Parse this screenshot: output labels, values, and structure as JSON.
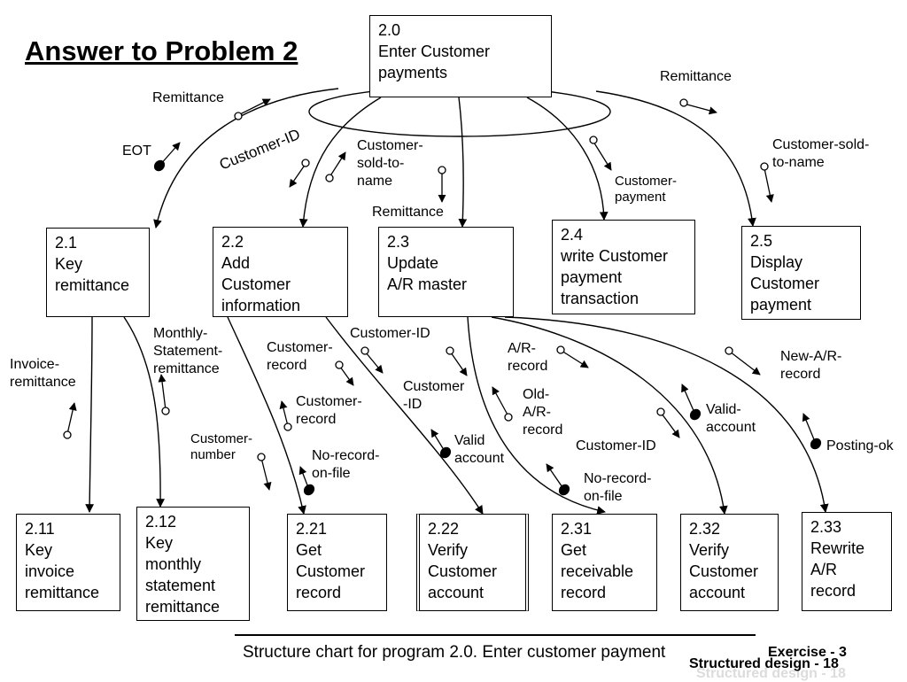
{
  "title": "Answer to Problem 2",
  "boxes": {
    "b20": [
      "2.0",
      "Enter Customer",
      "payments"
    ],
    "b21": [
      "2.1",
      "Key",
      "remittance"
    ],
    "b22": [
      "2.2",
      "Add",
      "Customer",
      "information"
    ],
    "b23": [
      "2.3",
      "Update",
      "A/R        master"
    ],
    "b24": [
      "2.4",
      "write Customer",
      "payment",
      "transaction"
    ],
    "b25": [
      "2.5",
      "Display",
      "Customer",
      "payment"
    ],
    "b211": [
      "2.11",
      "Key",
      "invoice",
      "remittance"
    ],
    "b212": [
      "2.12",
      "Key",
      "monthly",
      "statement",
      "remittance"
    ],
    "b221": [
      "2.21",
      "Get",
      "Customer",
      "record"
    ],
    "b222": [
      "2.22",
      "Verify",
      "Customer",
      "account"
    ],
    "b231": [
      "2.31",
      "Get",
      "receivable",
      "record"
    ],
    "b232": [
      "2.32",
      "Verify",
      "Customer",
      "account"
    ],
    "b233": [
      "2.33",
      "Rewrite",
      "A/R",
      "record"
    ]
  },
  "labels": {
    "remit_left": [
      "Remittance"
    ],
    "eot": [
      "EOT"
    ],
    "custid_rot": "Customer-ID",
    "cust_sold_mid": [
      "Customer-",
      "sold-to-",
      "name"
    ],
    "remit_mid": [
      "Remittance"
    ],
    "remit_right": [
      "Remittance"
    ],
    "cust_payment": [
      "Customer-",
      "payment"
    ],
    "cust_sold_right": [
      "Customer-sold-",
      "to-name"
    ],
    "invoice_remit": [
      "Invoice-",
      "remittance"
    ],
    "monthly_remit": [
      "Monthly-",
      "Statement-",
      "remittance"
    ],
    "cust_record_a": [
      "Customer-",
      "record"
    ],
    "cust_record_b": [
      "Customer-",
      "record"
    ],
    "cust_number": [
      "Customer-",
      "number"
    ],
    "no_record_a": [
      "No-record-",
      "on-file"
    ],
    "custid_a": [
      "Customer-ID"
    ],
    "custid_b": [
      "Customer",
      "-ID"
    ],
    "valid_account_a": [
      "Valid",
      "account"
    ],
    "ar_record": [
      "A/R-",
      "record"
    ],
    "old_ar_record": [
      "Old-",
      "A/R-",
      "record"
    ],
    "custid_c": [
      "Customer-ID"
    ],
    "no_record_b": [
      "No-record-",
      "on-file"
    ],
    "valid_account_b": [
      "Valid-",
      "account"
    ],
    "new_ar_record": [
      "New-A/R-",
      "record"
    ],
    "posting_ok": [
      "Posting-ok"
    ]
  },
  "caption": "Structure chart for program 2.0. Enter customer payment",
  "footer": {
    "exercise": "Exercise - 3",
    "section": "Structured design - 18"
  }
}
